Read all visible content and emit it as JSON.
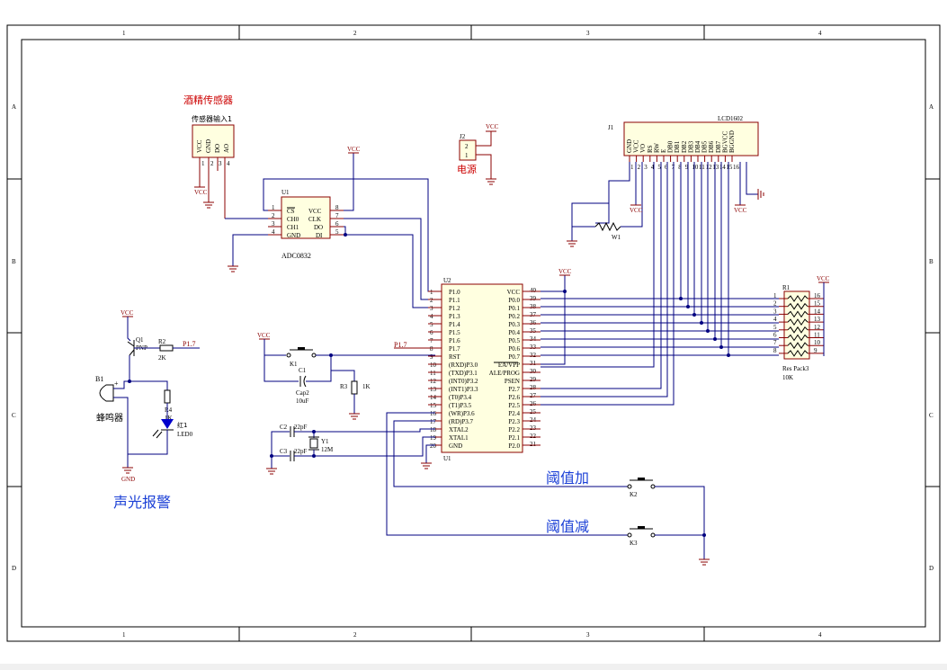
{
  "frame": {
    "col_labels": [
      "1",
      "2",
      "3",
      "4"
    ],
    "row_labels": [
      "A",
      "B",
      "C",
      "D"
    ]
  },
  "alcohol_sensor": {
    "title": "酒精传感器",
    "connector_name": "传感器输入1",
    "pins": [
      "VCC",
      "GND",
      "DO",
      "AO"
    ],
    "pin_numbers": [
      "1",
      "2",
      "3",
      "4"
    ],
    "vcc_label": "VCC"
  },
  "power": {
    "designator": "J2",
    "pins": [
      "2",
      "1"
    ],
    "vcc_label": "VCC",
    "label": "电源"
  },
  "adc": {
    "designator": "U1",
    "part": "ADC0832",
    "left_pins": [
      "CS",
      "CH0",
      "CH1",
      "GND"
    ],
    "left_nums": [
      "1",
      "2",
      "3",
      "4"
    ],
    "right_pins": [
      "VCC",
      "CLK",
      "DO",
      "DI"
    ],
    "right_nums": [
      "8",
      "7",
      "6",
      "5"
    ],
    "vcc_label": "VCC"
  },
  "lcd": {
    "designator": "J1",
    "part": "LCD1602",
    "pins": [
      "GND",
      "VCC",
      "VO",
      "RS",
      "RW",
      "E",
      "DB0",
      "DB1",
      "DB2",
      "DB3",
      "DB4",
      "DB5",
      "DB6",
      "DB7",
      "BGVCC",
      "BGGND"
    ],
    "pin_numbers": [
      "1",
      "2",
      "3",
      "4",
      "5",
      "6",
      "7",
      "8",
      "9",
      "10",
      "11",
      "12",
      "13",
      "14",
      "15",
      "16"
    ],
    "vcc_labels": [
      "VCC",
      "VCC"
    ],
    "pot": "W1"
  },
  "mcu": {
    "designator_top": "U2",
    "designator_bottom": "U1",
    "left_pins": [
      "P1.0",
      "P1.1",
      "P1.2",
      "P1.3",
      "P1.4",
      "P1.5",
      "P1.6",
      "P1.7",
      "RST",
      "(RXD)P3.0",
      "(TXD)P3.1",
      "(INT0)P3.2",
      "(INT1)P3.3",
      "(T0)P3.4",
      "(T1)P3.5",
      "(WR)P3.6",
      "(RD)P3.7",
      "XTAL2",
      "XTAL1",
      "GND"
    ],
    "left_nums": [
      "1",
      "2",
      "3",
      "4",
      "5",
      "6",
      "7",
      "8",
      "9",
      "10",
      "11",
      "12",
      "13",
      "14",
      "15",
      "16",
      "17",
      "18",
      "19",
      "20"
    ],
    "right_pins": [
      "VCC",
      "P0.0",
      "P0.1",
      "P0.2",
      "P0.3",
      "P0.4",
      "P0.5",
      "P0.6",
      "P0.7",
      "EA/VPP",
      "ALE/PROG",
      "PSEN",
      "P2.7",
      "P2.6",
      "P2.5",
      "P2.4",
      "P2.3",
      "P2.2",
      "P2.1",
      "P2.0"
    ],
    "right_nums": [
      "40",
      "39",
      "38",
      "37",
      "36",
      "35",
      "34",
      "33",
      "32",
      "31",
      "30",
      "29",
      "28",
      "27",
      "26",
      "25",
      "24",
      "23",
      "22",
      "21"
    ],
    "vcc_label": "VCC"
  },
  "respack": {
    "designator": "R1",
    "part": "Res Pack3",
    "value": "10K",
    "left_nums": [
      "1",
      "2",
      "3",
      "4",
      "5",
      "6",
      "7",
      "8"
    ],
    "right_nums": [
      "16",
      "15",
      "14",
      "13",
      "12",
      "11",
      "10",
      "9"
    ],
    "vcc_label": "VCC"
  },
  "reset": {
    "vcc_label": "VCC",
    "k1": "K1",
    "c1": "C1",
    "c1_part": "Cap2",
    "c1_value": "10uF",
    "r3": "R3",
    "r3_value": "1K"
  },
  "crystal": {
    "c2": "C2",
    "c2_value": "22pF",
    "c3": "C3",
    "c3_value": "22pF",
    "y1": "Y1",
    "y1_value": "12M"
  },
  "alarm": {
    "vcc_label": "VCC",
    "q1": "Q1",
    "q1_type": "PNP",
    "r2": "R2",
    "r2_value": "2K",
    "net": "P1.7",
    "b1": "B1",
    "buzzer": "蜂鸣器",
    "r4": "R4",
    "r4_value": "1K",
    "led": "红1",
    "led_part": "LED0",
    "gnd": "GND",
    "title": "声光报警"
  },
  "mcu_net_label": "P1.7",
  "buttons": {
    "up_label": "阈值加",
    "up_id": "K2",
    "down_label": "阈值减",
    "down_id": "K3"
  }
}
